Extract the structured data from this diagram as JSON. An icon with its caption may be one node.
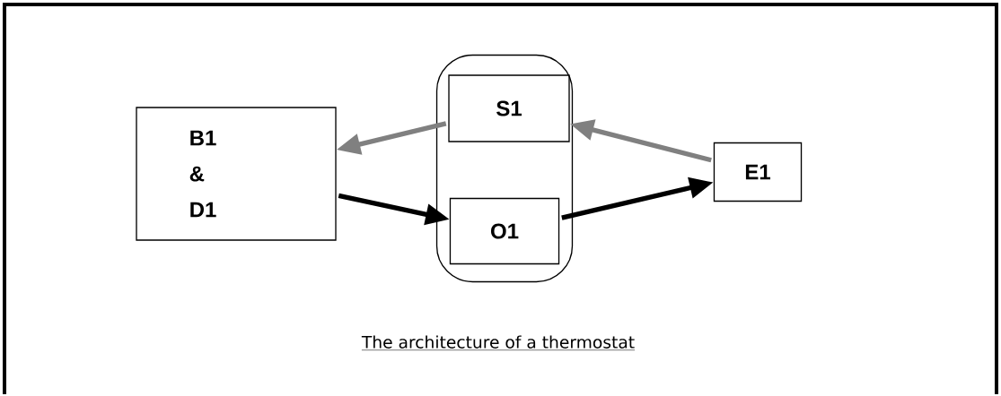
{
  "diagram": {
    "caption": "The architecture of a thermostat",
    "nodes": [
      {
        "text": [
          "B1 & D1"
        ]
      },
      {
        "text": [],
        "shape": "box"
      },
      {
        "text": [
          "S1"
        ],
        "in": 1
      },
      {
        "text": [
          "O1"
        ],
        "in": 1
      },
      {
        "text": [
          "E1"
        ]
      }
    ],
    "edges": [
      {
        "from": 2,
        "to": 0,
        "arrow": "to",
        "color": "#808080"
      },
      {
        "from": 0,
        "to": 3,
        "arrow": "to",
        "color": "#000000"
      },
      {
        "from": 3,
        "to": 4,
        "arrow": "to",
        "color": "#000000"
      },
      {
        "from": 4,
        "to": 2,
        "arrow": "to",
        "color": "#808080"
      }
    ]
  }
}
